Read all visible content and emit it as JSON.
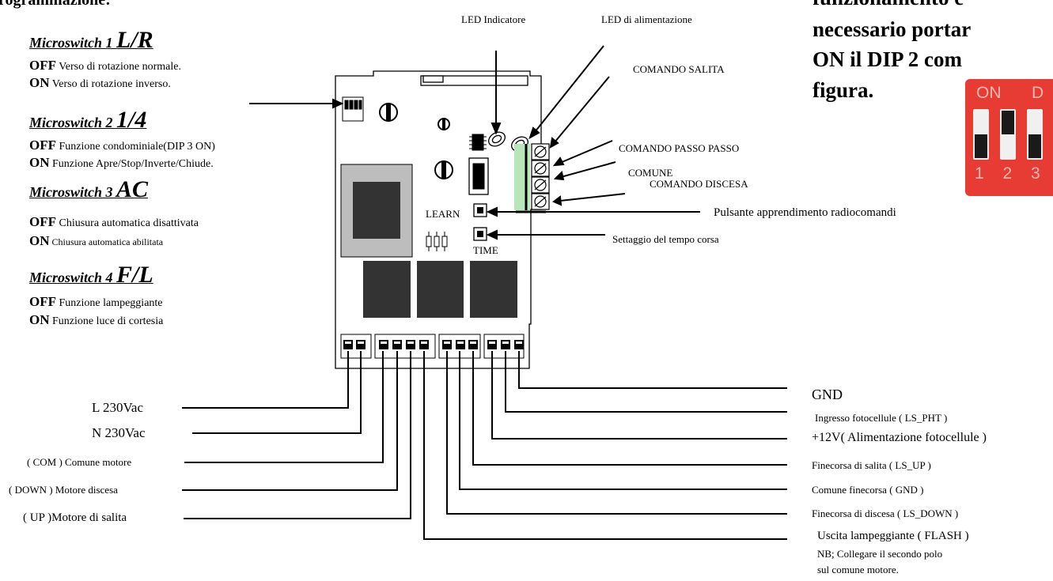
{
  "header": {
    "title_fragment": "rogrammazione:",
    "right_line1": "funzionamento è",
    "right_line2": "necessario portar",
    "right_line3": "ON il DIP 2  com",
    "right_line4": "figura."
  },
  "dip_photo": {
    "on_text": "ON",
    "d_text": "D",
    "numbers": "1 2 3"
  },
  "microswitches": [
    {
      "title": "Microswitch 1 ",
      "code": "L/R",
      "off_key": "OFF",
      "off_text": " Verso di rotazione normale.",
      "on_key": "ON",
      "on_text": " Verso di rotazione inverso."
    },
    {
      "title": "Microswitch 2 ",
      "code": "1/4",
      "off_key": "OFF",
      "off_text": " Funzione condominiale(DIP 3 ON)",
      "on_key": "ON",
      "on_text": " Funzione Apre/Stop/Inverte/Chiude."
    },
    {
      "title": "Microswitch 3 ",
      "code": "AC",
      "off_key": "OFF",
      "off_text": " Chiusura automatica disattivata",
      "on_key": "ON",
      "on_text": " Chiusura automatica abilitata"
    },
    {
      "title": "Microswitch 4 ",
      "code": "F/L",
      "off_key": "OFF",
      "off_text": " Funzione lampeggiante",
      "on_key": "ON",
      "on_text": " Funzione luce di cortesia"
    }
  ],
  "board": {
    "learn": "LEARN",
    "time": "TIME"
  },
  "top_labels": {
    "led_indicatore": "LED Indicatore",
    "led_alimentazione": "LED di alimentazione",
    "comando_salita": "COMANDO SALITA",
    "comando_passo": "COMANDO PASSO PASSO",
    "comune": "COMUNE",
    "comando_discesa": "COMANDO DISCESA",
    "pulsante": "Pulsante apprendimento radiocomandi",
    "settaggio": "Settaggio del tempo corsa"
  },
  "left_terminals": [
    "L 230Vac",
    "N 230Vac",
    "( COM ) Comune motore",
    "( DOWN ) Motore discesa",
    "( UP )Motore di salita"
  ],
  "right_terminals": [
    "GND",
    "Ingresso fotocellule ( LS_PHT )",
    "+12V( Alimentazione fotocellule )",
    "Finecorsa di salita ( LS_UP )",
    "Comune finecorsa ( GND )",
    "Finecorsa di discesa ( LS_DOWN )",
    "Uscita lampeggiante ( FLASH )",
    "NB; Collegare il secondo polo",
    "sul comune motore."
  ]
}
